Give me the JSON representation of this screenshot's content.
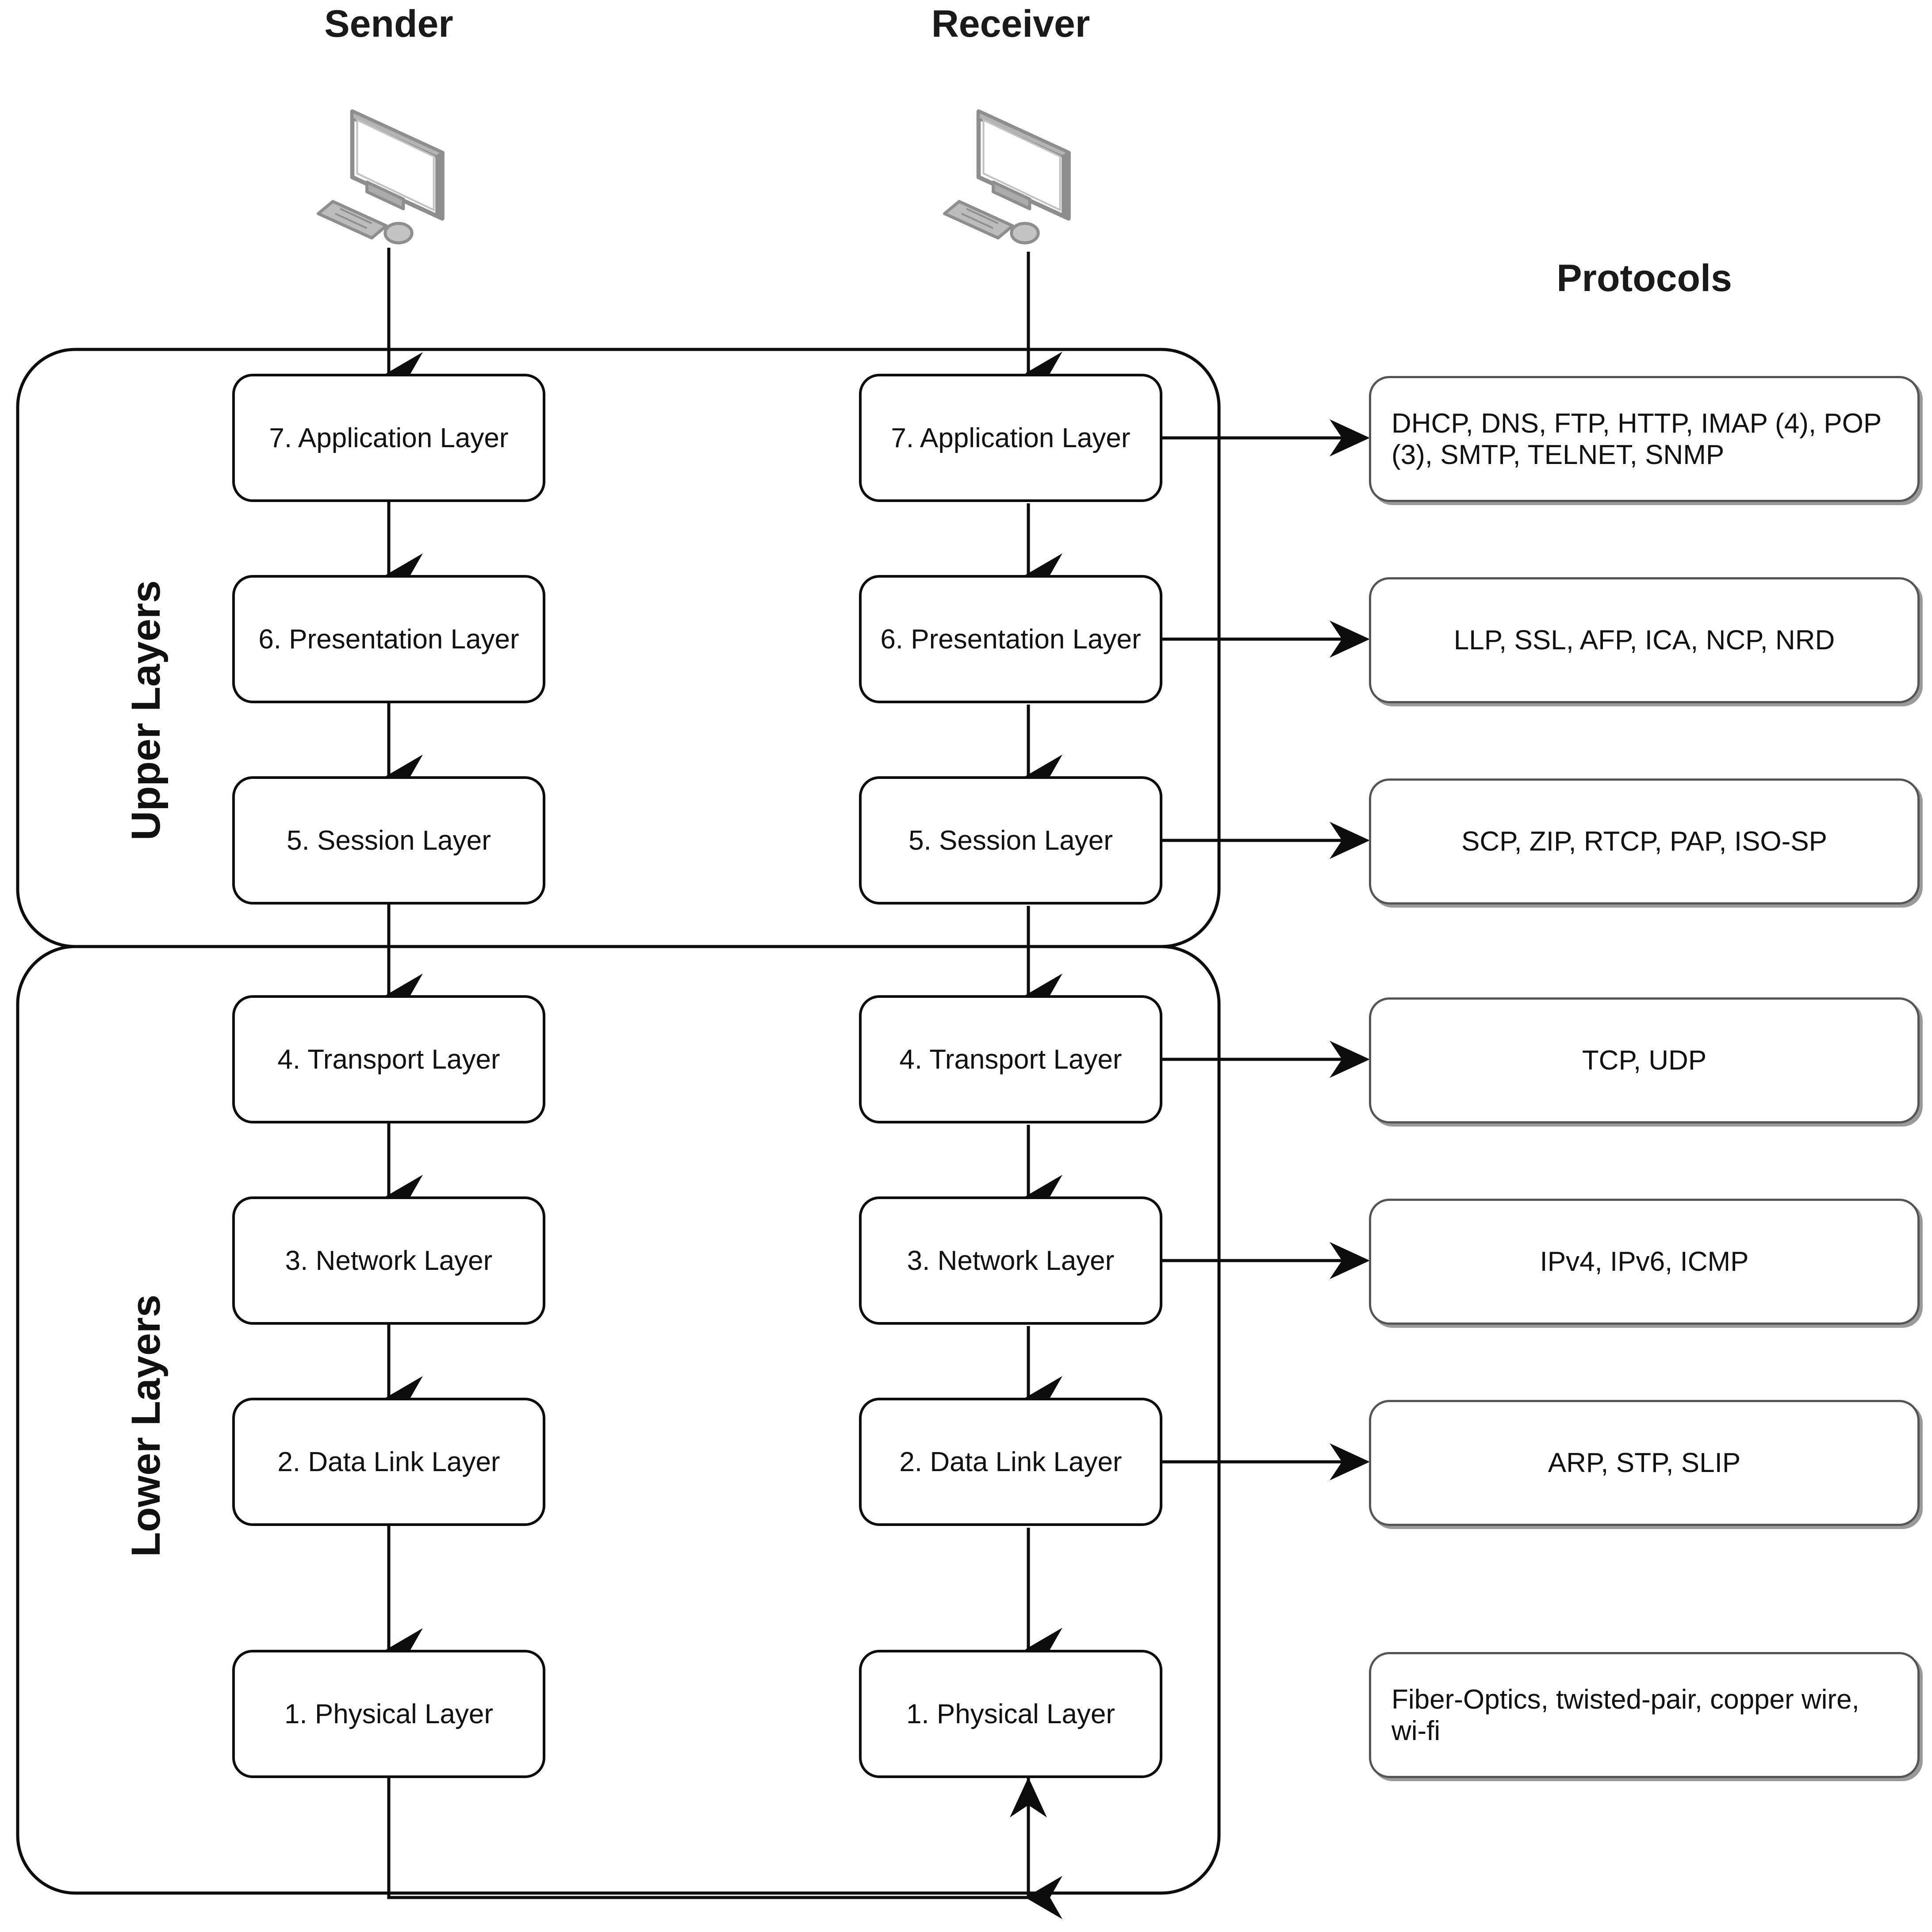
{
  "headings": {
    "sender": "Sender",
    "receiver": "Receiver",
    "protocols": "Protocols"
  },
  "groups": [
    {
      "id": "upper",
      "label": "Upper Layers"
    },
    {
      "id": "lower",
      "label": "Lower Layers"
    }
  ],
  "icons": {
    "sender_computer": "desktop-computer-icon",
    "receiver_computer": "desktop-computer-icon"
  },
  "layers": [
    {
      "n": 7,
      "label": "7. Application Layer"
    },
    {
      "n": 6,
      "label": "6. Presentation Layer"
    },
    {
      "n": 5,
      "label": "5. Session Layer"
    },
    {
      "n": 4,
      "label": "4. Transport Layer"
    },
    {
      "n": 3,
      "label": "3. Network Layer"
    },
    {
      "n": 2,
      "label": "2. Data Link Layer"
    },
    {
      "n": 1,
      "label": "1. Physical Layer"
    }
  ],
  "sender_layers": [
    "7. Application Layer",
    "6. Presentation Layer",
    "5. Session Layer",
    "4. Transport Layer",
    "3. Network Layer",
    "2. Data Link Layer",
    "1. Physical Layer"
  ],
  "receiver_layers": [
    "7. Application Layer",
    "6. Presentation Layer",
    "5. Session Layer",
    "4. Transport Layer",
    "3. Network Layer",
    "2. Data Link Layer",
    "1. Physical Layer"
  ],
  "protocols": [
    {
      "layer": 7,
      "text": "DHCP, DNS, FTP, HTTP, IMAP (4), POP (3), SMTP, TELNET, SNMP",
      "align": "left",
      "has_arrow": true
    },
    {
      "layer": 6,
      "text": "LLP, SSL, AFP, ICA, NCP, NRD",
      "align": "center",
      "has_arrow": true
    },
    {
      "layer": 5,
      "text": "SCP, ZIP, RTCP, PAP, ISO-SP",
      "align": "center",
      "has_arrow": true
    },
    {
      "layer": 4,
      "text": "TCP, UDP",
      "align": "center",
      "has_arrow": true
    },
    {
      "layer": 3,
      "text": "IPv4, IPv6, ICMP",
      "align": "center",
      "has_arrow": true
    },
    {
      "layer": 2,
      "text": "ARP, STP, SLIP",
      "align": "center",
      "has_arrow": true
    },
    {
      "layer": 1,
      "text": "Fiber-Optics, twisted-pair, copper wire, wi-fi",
      "align": "left",
      "has_arrow": false
    }
  ],
  "colors": {
    "box_border": "#0d0d0d",
    "protocol_border": "#555555",
    "protocol_shadow": "#9a9a9a",
    "text": "#111111",
    "icon_gray": "#9d9d9d",
    "background": "#ffffff"
  }
}
